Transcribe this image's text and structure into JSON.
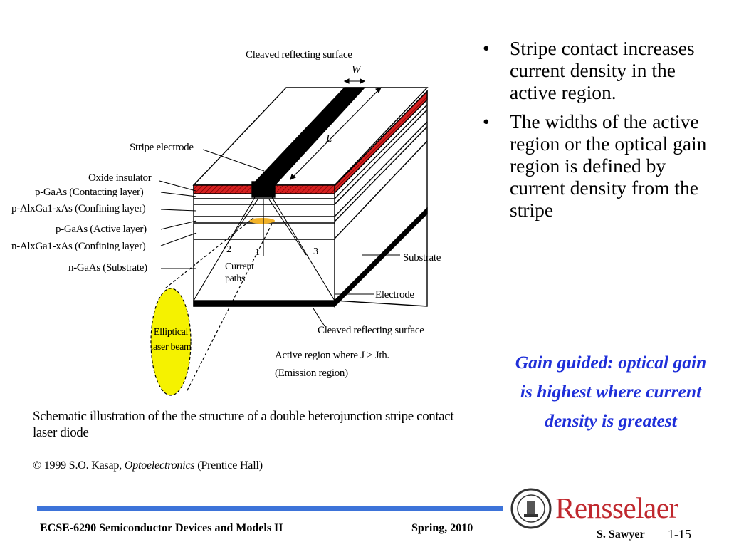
{
  "diagram": {
    "top_label": "Cleaved reflecting surface",
    "width_label": "W",
    "length_label": "L",
    "stripe_electrode": "Stripe electrode",
    "oxide_insulator": "Oxide insulator",
    "pgaas_contact": "p-GaAs (Contacting layer)",
    "palgaas_confining": "p-AlxGa1-xAs (Confining layer)",
    "pgaas_active": "p-GaAs (Active layer)",
    "nalgaas_confining": "n-AlxGa1-xAs (Confining layer)",
    "ngaas_substrate": "n-GaAs (Substrate)",
    "path_1": "1",
    "path_2": "2",
    "path_3": "3",
    "current_paths": "Current paths",
    "substrate": "Substrate",
    "electrode": "Electrode",
    "bottom_label": "Cleaved reflecting surface",
    "beam_label": "Elliptical laser beam",
    "active_region_line1": "Active region where J > Jth.",
    "active_region_line2": "(Emission region)"
  },
  "caption": "Schematic illustration of the the structure of a double heterojunction stripe contact laser diode",
  "credit": {
    "prefix": "© 1999 S.O. Kasap, ",
    "book": "Optoelectronics",
    "suffix": " (Prentice Hall)"
  },
  "bullets": [
    "Stripe contact increases current density in the active region.",
    "The widths of the active region or the optical gain region is defined by current density from the stripe"
  ],
  "highlight": "Gain guided: optical gain is highest where current density is greatest",
  "footer": {
    "course": "ECSE-6290 Semiconductor Devices and Models II",
    "term": "Spring, 2010",
    "author": "S. Sawyer",
    "slide_number": "1-15",
    "logo_text": "Rensselaer"
  },
  "colors": {
    "accent_blue": "#1f2fd9",
    "rule_blue": "#3d73d9",
    "logo_red": "#c0282e",
    "oxide_red": "#d62020",
    "beam_yellow": "#f5f200",
    "active_orange": "#f2b227"
  }
}
